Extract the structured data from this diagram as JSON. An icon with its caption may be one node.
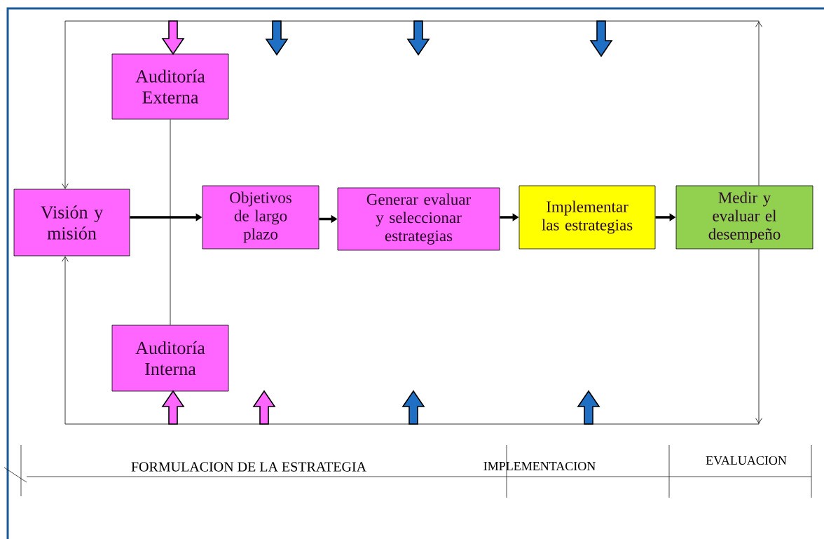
{
  "diagram": {
    "nodes": [
      {
        "text": [
          "Visión y misión"
        ]
      },
      {
        "text": [
          "Auditoría Externa"
        ]
      },
      {
        "text": [
          "Objetivos de largo plazo"
        ]
      },
      {
        "text": [
          "Generar evaluar y seleccionar estrategias"
        ]
      },
      {
        "text": [
          "Implementar las estrategias"
        ]
      },
      {
        "text": [
          "Medir y evaluar el desempeño"
        ]
      },
      {
        "text": [
          "Auditoría Interna"
        ]
      }
    ],
    "edges": [
      {
        "from": 0,
        "to": 2,
        "arrow": "to"
      },
      {
        "from": 2,
        "to": 3,
        "arrow": "to"
      },
      {
        "from": 3,
        "to": 4,
        "arrow": "to"
      },
      {
        "from": 4,
        "to": 5,
        "arrow": "to"
      },
      {
        "from": 1,
        "to": 6,
        "arrow": "none"
      },
      {
        "from": 5,
        "to": 0,
        "arrow": "to"
      },
      {
        "from": 5,
        "to": 0,
        "arrow": "to"
      },
      {
        "from": null,
        "to": 1,
        "arrow": "to",
        "color": "#ff66ff"
      },
      {
        "from": null,
        "to": 6,
        "arrow": "to",
        "color": "#ff66ff"
      }
    ],
    "labels": [
      "FORMULACION DE LA ESTRATEGIA",
      "IMPLEMENTACION",
      "EVALUACION"
    ]
  }
}
